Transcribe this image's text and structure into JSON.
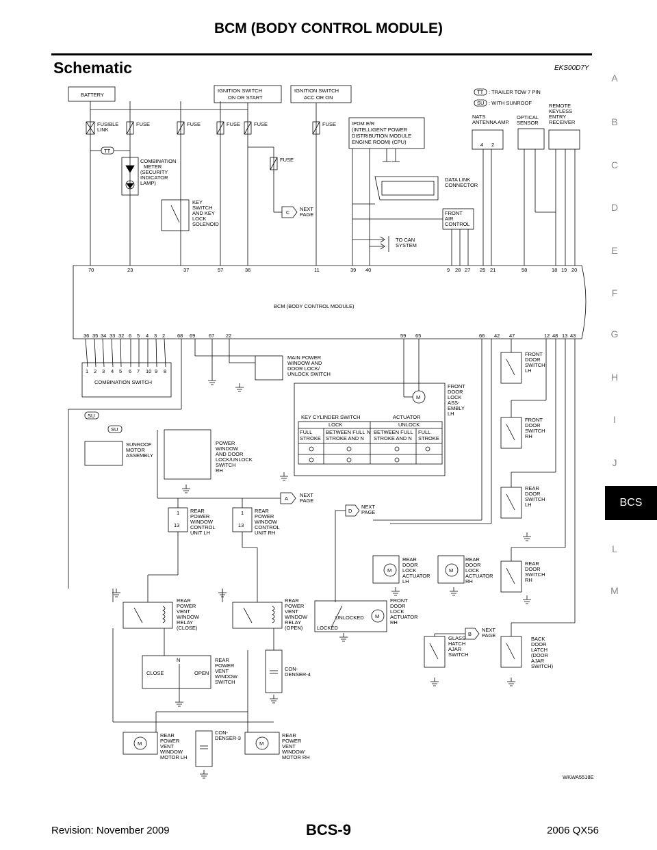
{
  "header": {
    "title": "BCM (BODY CONTROL MODULE)"
  },
  "section": {
    "title": "Schematic",
    "code": "EKS00D7Y"
  },
  "tabs": [
    "A",
    "B",
    "C",
    "D",
    "E",
    "F",
    "G",
    "H",
    "I",
    "J",
    "BCS",
    "L",
    "M"
  ],
  "legend": {
    "tt": "TT",
    "tt_text": ": TRAILER TOW 7 PIN",
    "su": "SU",
    "su_text": ": WITH SUNROOF"
  },
  "boxes": {
    "battery": "BATTERY",
    "ign_on_1": "IGNITION SWITCH",
    "ign_on_2": "ON OR START",
    "ign_acc_1": "IGNITION SWITCH",
    "ign_acc_2": "ACC OR ON",
    "bcm": "BCM (BODY CONTROL MODULE)",
    "comb_switch": "COMBINATION SWITCH"
  },
  "labels": {
    "fusible_1": "FUSIBLE",
    "fusible_2": "LINK",
    "fuse": "FUSE",
    "ipdm": [
      "IPDM E/R",
      "(INTELLIGENT POWER",
      "DISTRIBUTION MODULE",
      "ENGINE ROOM) (CPU)"
    ],
    "nats": [
      "NATS",
      "ANTENNA AMP."
    ],
    "optical": [
      "OPTICAL",
      "SENSOR"
    ],
    "remote": [
      "REMOTE",
      "KEYLESS",
      "ENTRY",
      "RECEIVER"
    ],
    "comb_meter": [
      "COMBINATION",
      "METER",
      "(SECURITY",
      "INDICATOR",
      "LAMP)"
    ],
    "key_switch": [
      "KEY",
      "SWITCH",
      "AND KEY",
      "LOCK",
      "SOLENOID"
    ],
    "next_page": [
      "NEXT",
      "PAGE"
    ],
    "data_link": [
      "DATA LINK",
      "CONNECTOR"
    ],
    "front_air": [
      "FRONT",
      "AIR",
      "CONTROL"
    ],
    "to_can": [
      "TO CAN",
      "SYSTEM"
    ],
    "main_power": [
      "MAIN POWER",
      "WINDOW AND",
      "DOOR LOCK/",
      "UNLOCK SWITCH"
    ],
    "front_lock_lh": [
      "FRONT",
      "DOOR",
      "LOCK",
      "ASS-",
      "EMBLY",
      "LH"
    ],
    "key_cyl": "KEY CYLINDER SWITCH",
    "actuator": "ACTUATOR",
    "lock": "LOCK",
    "unlock": "UNLOCK",
    "full_stroke": [
      "FULL",
      "STROKE"
    ],
    "between": [
      "BETWEEN FULL",
      "STROKE AND N"
    ],
    "n": "N",
    "sunroof": [
      "SUNROOF",
      "MOTOR",
      "ASSEMBLY"
    ],
    "pw_rh": [
      "POWER",
      "WINDOW",
      "AND DOOR",
      "LOCK/UNLOCK",
      "SWITCH",
      "RH"
    ],
    "rear_pw_lh": [
      "REAR",
      "POWER",
      "WINDOW",
      "CONTROL",
      "UNIT LH"
    ],
    "rear_pw_rh": [
      "REAR",
      "POWER",
      "WINDOW",
      "CONTROL",
      "UNIT RH"
    ],
    "fd_sw_lh": [
      "FRONT",
      "DOOR",
      "SWITCH",
      "LH"
    ],
    "fd_sw_rh": [
      "FRONT",
      "DOOR",
      "SWITCH",
      "RH"
    ],
    "rd_sw_lh": [
      "REAR",
      "DOOR",
      "SWITCH",
      "LH"
    ],
    "rd_sw_rh": [
      "REAR",
      "DOOR",
      "SWITCH",
      "RH"
    ],
    "rd_lock_lh": [
      "REAR",
      "DOOR",
      "LOCK",
      "ACTUATOR",
      "LH"
    ],
    "rd_lock_rh": [
      "REAR",
      "DOOR",
      "LOCK",
      "ACTUATOR",
      "RH"
    ],
    "fd_lock_rh": [
      "FRONT",
      "DOOR",
      "LOCK",
      "ACTUATOR",
      "RH"
    ],
    "unlocked": "UNLOCKED",
    "locked": "LOCKED",
    "relay_close": [
      "REAR",
      "POWER",
      "VENT",
      "WINDOW",
      "RELAY",
      "(CLOSE)"
    ],
    "relay_open": [
      "REAR",
      "POWER",
      "VENT",
      "WINDOW",
      "RELAY",
      "(OPEN)"
    ],
    "vent_switch": [
      "REAR",
      "POWER",
      "VENT",
      "WINDOW",
      "SWITCH"
    ],
    "close": "CLOSE",
    "open": "OPEN",
    "cond4": [
      "CON-",
      "DENSER-4"
    ],
    "cond3": [
      "CON-",
      "DENSER-3"
    ],
    "motor_lh": [
      "REAR",
      "POWER",
      "VENT",
      "WINDOW",
      "MOTOR LH"
    ],
    "motor_rh": [
      "REAR",
      "POWER",
      "VENT",
      "WINDOW",
      "MOTOR RH"
    ],
    "glass": [
      "GLASS",
      "HATCH",
      "AJAR",
      "SWITCH"
    ],
    "back_door": [
      "BACK",
      "DOOR",
      "LATCH",
      "(DOOR",
      "AJAR",
      "SWITCH)"
    ],
    "conn_a": "A",
    "conn_b": "B",
    "conn_c": "C",
    "conn_d": "D",
    "m": "M",
    "one": "1",
    "thirteen": "13",
    "pin_42": "4",
    "pin_2": "2"
  },
  "bcm_top_pins": [
    "70",
    "23",
    "37",
    "57",
    "36",
    "11",
    "39",
    "40",
    "9",
    "28",
    "27",
    "25",
    "21",
    "58",
    "18",
    "19",
    "20"
  ],
  "bcm_bottom_pins": [
    "36",
    "35",
    "34",
    "33",
    "32",
    "6",
    "5",
    "4",
    "3",
    "2",
    "68",
    "69",
    "67",
    "22",
    "59",
    "65",
    "66",
    "42",
    "47",
    "12",
    "48",
    "13",
    "43"
  ],
  "comb_pins": [
    "1",
    "2",
    "3",
    "4",
    "5",
    "6",
    "7",
    "10",
    "9",
    "8"
  ],
  "figure_code": "WKWA5518E",
  "footer": {
    "revision": "Revision: November 2009",
    "page": "BCS-9",
    "model": "2006 QX56"
  }
}
